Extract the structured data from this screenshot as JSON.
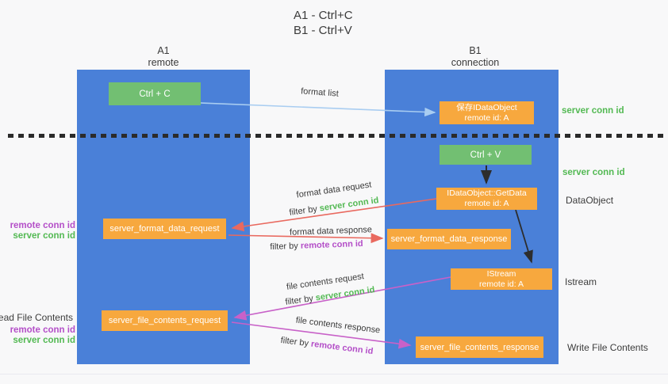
{
  "title": {
    "line1": "A1 - Ctrl+C",
    "line2": "B1 - Ctrl+V"
  },
  "lanes": {
    "left": {
      "name": "A1",
      "role": "remote"
    },
    "right": {
      "name": "B1",
      "role": "connection"
    }
  },
  "nodes": {
    "ctrl_c": {
      "label": "Ctrl + C"
    },
    "ctrl_v": {
      "label": "Ctrl + V"
    },
    "save_idataobject": {
      "line1": "保存IDataObject",
      "line2": "remote id: A"
    },
    "getdata": {
      "line1": "IDataObject::GetData",
      "line2": "remote id: A"
    },
    "istream": {
      "line1": "IStream",
      "line2": "remote id: A"
    },
    "server_format_data_request": {
      "label": "server_format_data_request"
    },
    "server_format_data_response": {
      "label": "server_format_data_response"
    },
    "server_file_contents_request": {
      "label": "server_file_contents_request"
    },
    "server_file_contents_response": {
      "label": "server_file_contents_response"
    }
  },
  "side_labels": {
    "server_conn_id_top": "server conn id",
    "server_conn_id_mid": "server conn id",
    "dataobject": "DataObject",
    "istream": "Istream",
    "write_file_contents": "Write File Contents",
    "read_file_contents": "Read File Contents",
    "pair1": {
      "remote": "remote conn id",
      "server": "server conn id"
    },
    "pair2": {
      "remote": "remote conn id",
      "server": "server conn id"
    }
  },
  "edge_labels": {
    "format_list": "format list",
    "format_data_request": "format data request",
    "format_data_response": "format data response",
    "file_contents_request": "file contents request",
    "file_contents_response": "file contents response",
    "filter_by": "filter by",
    "server_conn_id": "server conn id",
    "remote_conn_id": "remote conn id"
  },
  "colors": {
    "lane_blue": "#4a80d8",
    "node_green": "#72bf72",
    "node_orange": "#f7a83e",
    "server_conn_green": "#53b953",
    "remote_conn_purple": "#b44fc8",
    "arrow_red": "#e9695f",
    "arrow_magenta": "#c861c8",
    "arrow_lightblue": "#a9cdf1",
    "arrow_black": "#2d2d2d",
    "divider_black": "#2b2b2b"
  }
}
